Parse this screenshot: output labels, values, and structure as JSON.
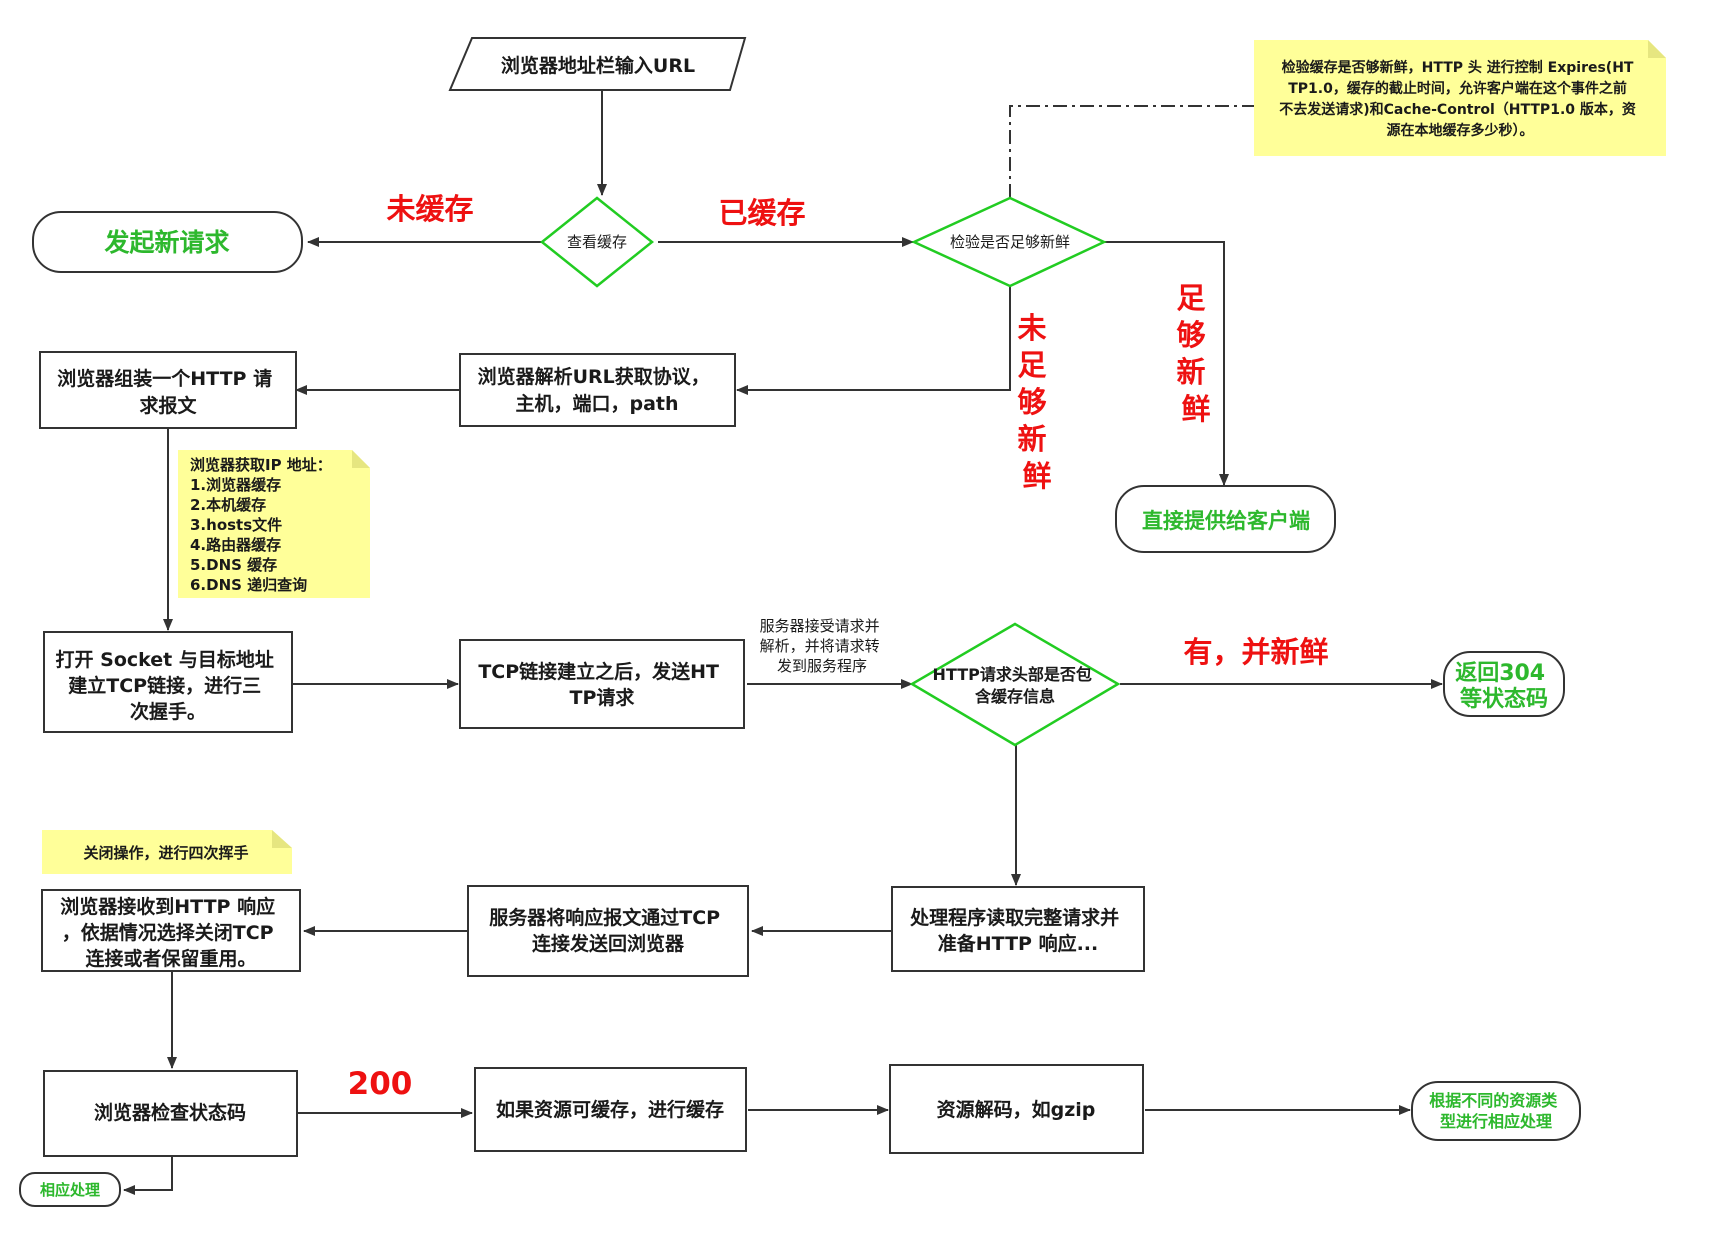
{
  "colors": {
    "stroke": "#333333",
    "diamond": "#22cc22",
    "terminal_text": "#2db82d",
    "condition_text": "#ee1111",
    "note_fill": "#ffff99"
  },
  "nodes": {
    "start": "浏览器地址栏输入URL",
    "check_cache": "查看缓存",
    "new_request": "发起新请求",
    "check_fresh": "检验是否足够新鲜",
    "parse_url": [
      "浏览器解析URL获取协议，",
      "主机，端口，path"
    ],
    "assemble_request": [
      "浏览器组装一个HTTP 请",
      "求报文"
    ],
    "serve_client": "直接提供给客户端",
    "open_socket": [
      "打开 Socket 与目标地址",
      "建立TCP链接，进行三",
      "次握手。"
    ],
    "send_http": [
      "TCP链接建立之后，发送HT",
      "TP请求"
    ],
    "check_header": [
      "HTTP请求头部是否包",
      "含缓存信息"
    ],
    "return_304": [
      "返回304",
      "等状态码"
    ],
    "process_request": [
      "处理程序读取完整请求并",
      "准备HTTP 响应..."
    ],
    "send_response": [
      "服务器将响应报文通过TCP",
      "连接发送回浏览器"
    ],
    "receive_response": [
      "浏览器接收到HTTP 响应",
      "，依据情况选择关闭TCP",
      "连接或者保留重用。"
    ],
    "check_status": "浏览器检查状态码",
    "cache_resource": "如果资源可缓存，进行缓存",
    "decode": "资源解码，如gzip",
    "handle_type": [
      "根据不同的资源类",
      "型进行相应处理"
    ],
    "handle": "相应处理"
  },
  "labels": {
    "not_cached": "未缓存",
    "cached": "已缓存",
    "not_fresh": [
      "未",
      "足",
      "够",
      "新",
      "鲜"
    ],
    "fresh": [
      "足",
      "够",
      "新",
      "鲜"
    ],
    "has_fresh": "有，并新鲜",
    "status_200": "200",
    "server_accept": [
      "服务器接受请求并",
      "解析，并将请求转",
      "发到服务程序"
    ]
  },
  "notes": {
    "cache_control": [
      "检验缓存是否够新鲜，HTTP 头 进行控制 Expires(HT",
      "TP1.0，缓存的截止时间，允许客户端在这个事件之前",
      "不去发送请求)和Cache-Control（HTTP1.0 版本，资",
      "源在本地缓存多少秒）。"
    ],
    "ip_lookup": [
      "浏览器获取IP 地址：",
      "1.浏览器缓存",
      "2.本机缓存",
      "3.hosts文件",
      "4.路由器缓存",
      "5.DNS 缓存",
      "6.DNS 递归查询"
    ],
    "close": "关闭操作，进行四次挥手"
  }
}
